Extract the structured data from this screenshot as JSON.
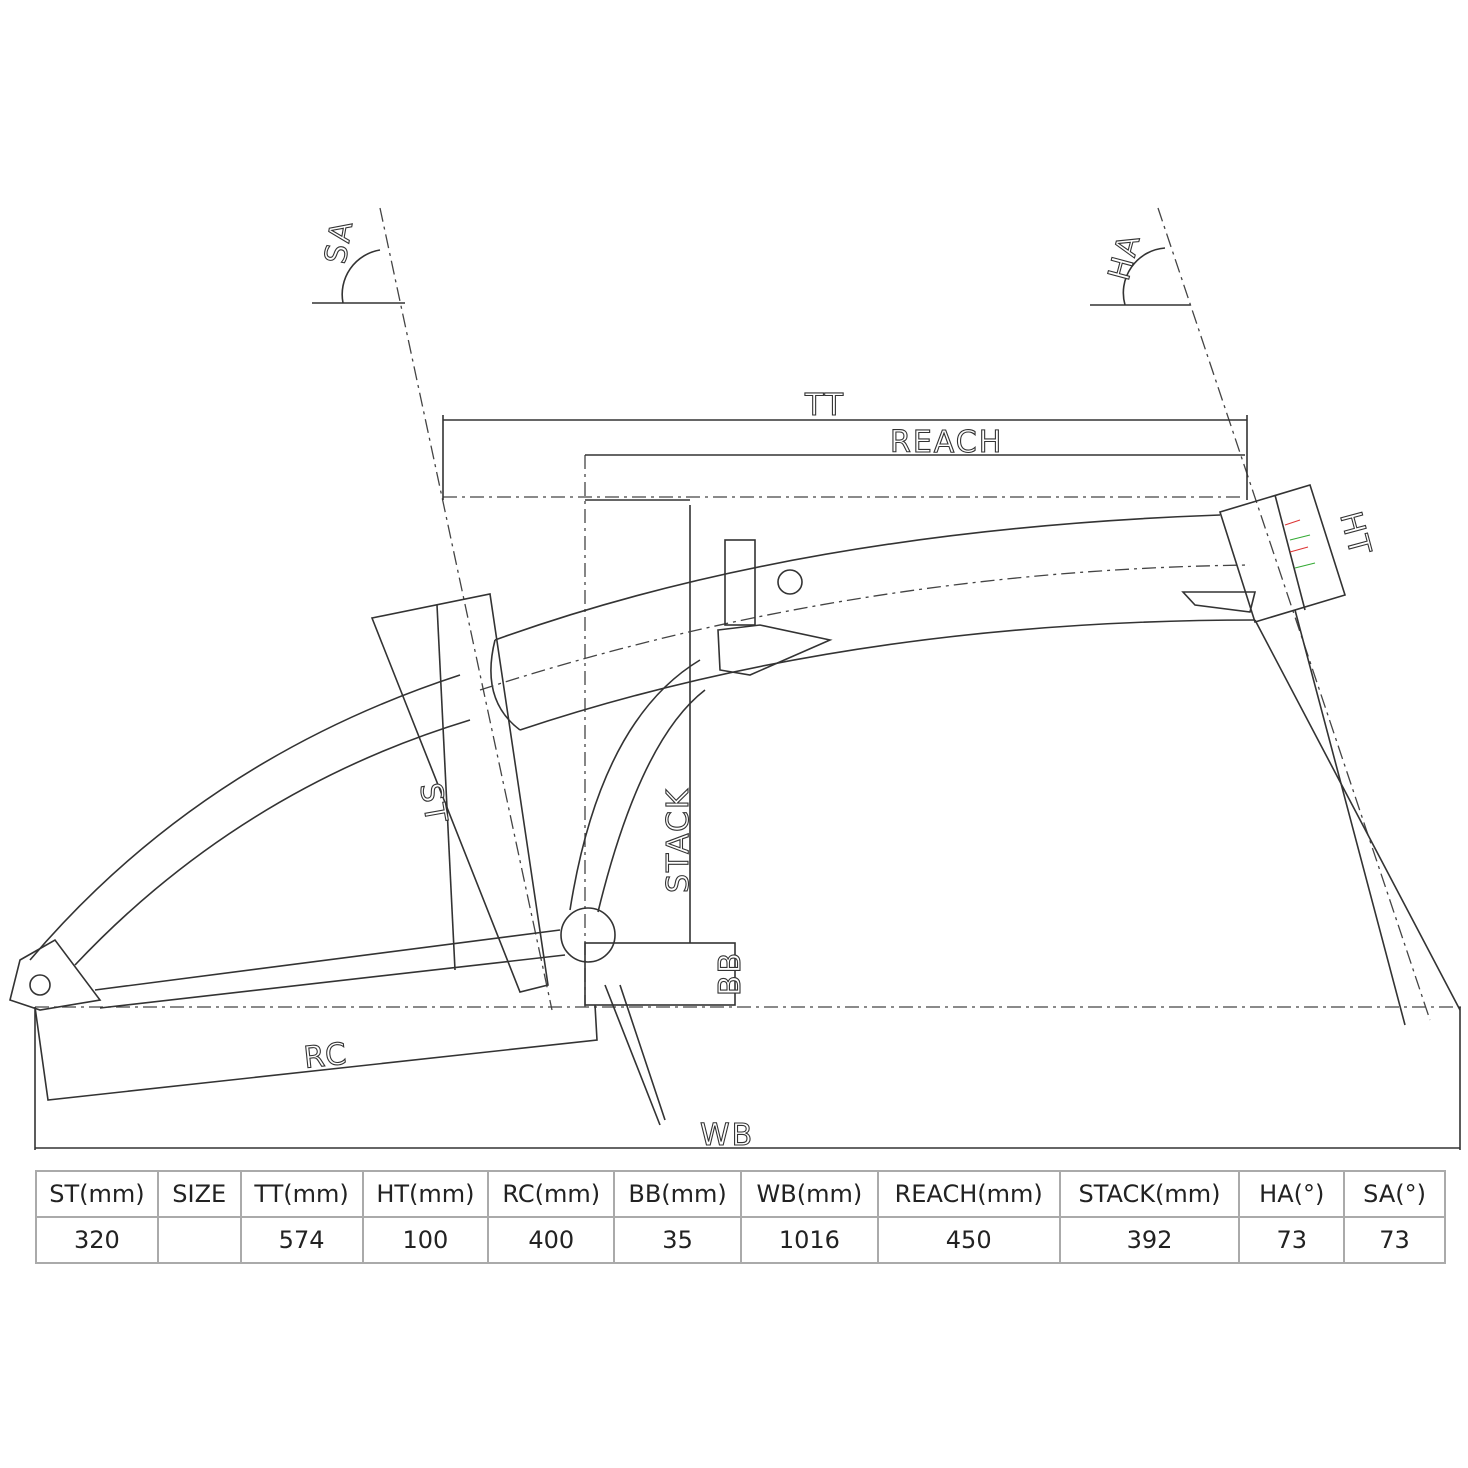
{
  "diagram": {
    "labels": {
      "sa": "SA",
      "ha": "HA",
      "tt": "TT",
      "reach": "REACH",
      "ht": "HT",
      "st": "ST",
      "stack": "STACK",
      "bb": "BB",
      "rc": "RC",
      "wb": "WB"
    }
  },
  "table": {
    "headers": [
      "ST(mm)",
      "SIZE",
      "TT(mm)",
      "HT(mm)",
      "RC(mm)",
      "BB(mm)",
      "WB(mm)",
      "REACH(mm)",
      "STACK(mm)",
      "HA(°)",
      "SA(°)"
    ],
    "values": [
      "320",
      "",
      "574",
      "100",
      "400",
      "35",
      "1016",
      "450",
      "392",
      "73",
      "73"
    ]
  }
}
